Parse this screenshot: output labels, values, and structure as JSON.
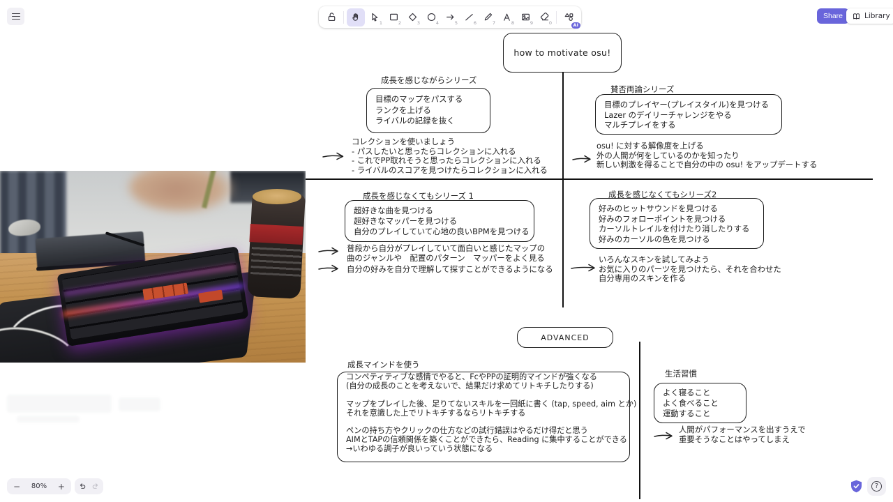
{
  "header": {
    "share": "Share",
    "library": "Library",
    "ai_badge": "AI",
    "accent_color": "#6965db"
  },
  "toolbar": {
    "tools": [
      {
        "name": "lock",
        "shortcut": ""
      },
      {
        "name": "hand",
        "shortcut": "",
        "selected": true
      },
      {
        "name": "select",
        "shortcut": "1"
      },
      {
        "name": "rectangle",
        "shortcut": "2"
      },
      {
        "name": "diamond",
        "shortcut": "3"
      },
      {
        "name": "ellipse",
        "shortcut": "4"
      },
      {
        "name": "arrow",
        "shortcut": "5"
      },
      {
        "name": "line",
        "shortcut": "6"
      },
      {
        "name": "draw",
        "shortcut": "7"
      },
      {
        "name": "text",
        "shortcut": "8"
      },
      {
        "name": "image",
        "shortcut": "9"
      },
      {
        "name": "eraser",
        "shortcut": "0"
      },
      {
        "name": "shapes-ai",
        "shortcut": ""
      }
    ]
  },
  "canvas": {
    "title": "how to motivate osu!",
    "advanced_label": "ADVANCED",
    "growth_feel": {
      "heading": "成長を感じながらシリーズ",
      "box_lines": [
        "目標のマップをパスする",
        "ランクを上げる",
        "ライバルの記録を抜く"
      ],
      "note_lines": [
        "コレクションを使いましょう",
        "- パスしたいと思ったらコレクションに入れる",
        "- これでPP取れそうと思ったらコレクションに入れる",
        "- ライバルのスコアを見つけたらコレクションに入れる"
      ]
    },
    "controversial": {
      "heading": "賛否両論シリーズ",
      "box_lines": [
        "目標のプレイヤー(プレイスタイル)を見つける",
        "Lazer のデイリーチャレンジをやる",
        "マルチプレイをする"
      ],
      "note_lines": [
        "osu! に対する解像度を上げる",
        "外の人間が何をしているのかを知ったり",
        "新しい刺激を得ることで自分の中の osu! をアップデートする"
      ]
    },
    "no_growth_1": {
      "heading": "成長を感じなくてもシリーズ 1",
      "box_lines": [
        "超好きな曲を見つける",
        "超好きなマッパーを見つける",
        "自分のプレイしていて心地の良いBPMを見つける"
      ],
      "note1_lines": [
        "普段から自分がプレイしていて面白いと感じたマップの",
        "曲のジャンルや　配置のパターン　マッパーをよく見る"
      ],
      "note2_lines": [
        "自分の好みを自分で理解して探すことができるようになる"
      ]
    },
    "no_growth_2": {
      "heading": "成長を感じなくてもシリーズ2",
      "box_lines": [
        "好みのヒットサウンドを見つける",
        "好みのフォローポイントを見つける",
        "カーソルトレイルを付けたり消したりする",
        "好みのカーソルの色を見つける"
      ],
      "note_lines": [
        "いろんなスキンを試してみよう",
        "お気に入りのパーツを見つけたら、それを合わせた",
        "自分専用のスキンを作る"
      ]
    },
    "growth_mind": {
      "heading": "成長マインドを使う",
      "box_lines": [
        "コンペティティブな感情でやると、FcやPPの証明的マインドが強くなる",
        "(自分の成長のことを考えないで、結果だけ求めてリトキチしたりする)",
        "",
        "マップをプレイした後、足りてないスキルを一回紙に書く (tap, speed, aim とか)",
        "それを意識した上でリトキチするならリトキチする",
        "",
        "ペンの持ち方やクリックの仕方などの試行錯誤はやるだけ得だと思う",
        "AIMとTAPの信頼関係を築くことができたら、Reading に集中することができる",
        "→いわゆる調子が良いっていう状態になる"
      ]
    },
    "lifestyle": {
      "heading": "生活習慣",
      "box_lines": [
        "よく寝ること",
        "よく食べること",
        "運動すること"
      ],
      "note_lines": [
        "人間がパフォーマンスを出すうえで",
        "重要そうなことはやってしまえ"
      ]
    }
  },
  "footer": {
    "zoom_out": "−",
    "zoom_label": "80%",
    "zoom_in": "+",
    "help": "?"
  }
}
